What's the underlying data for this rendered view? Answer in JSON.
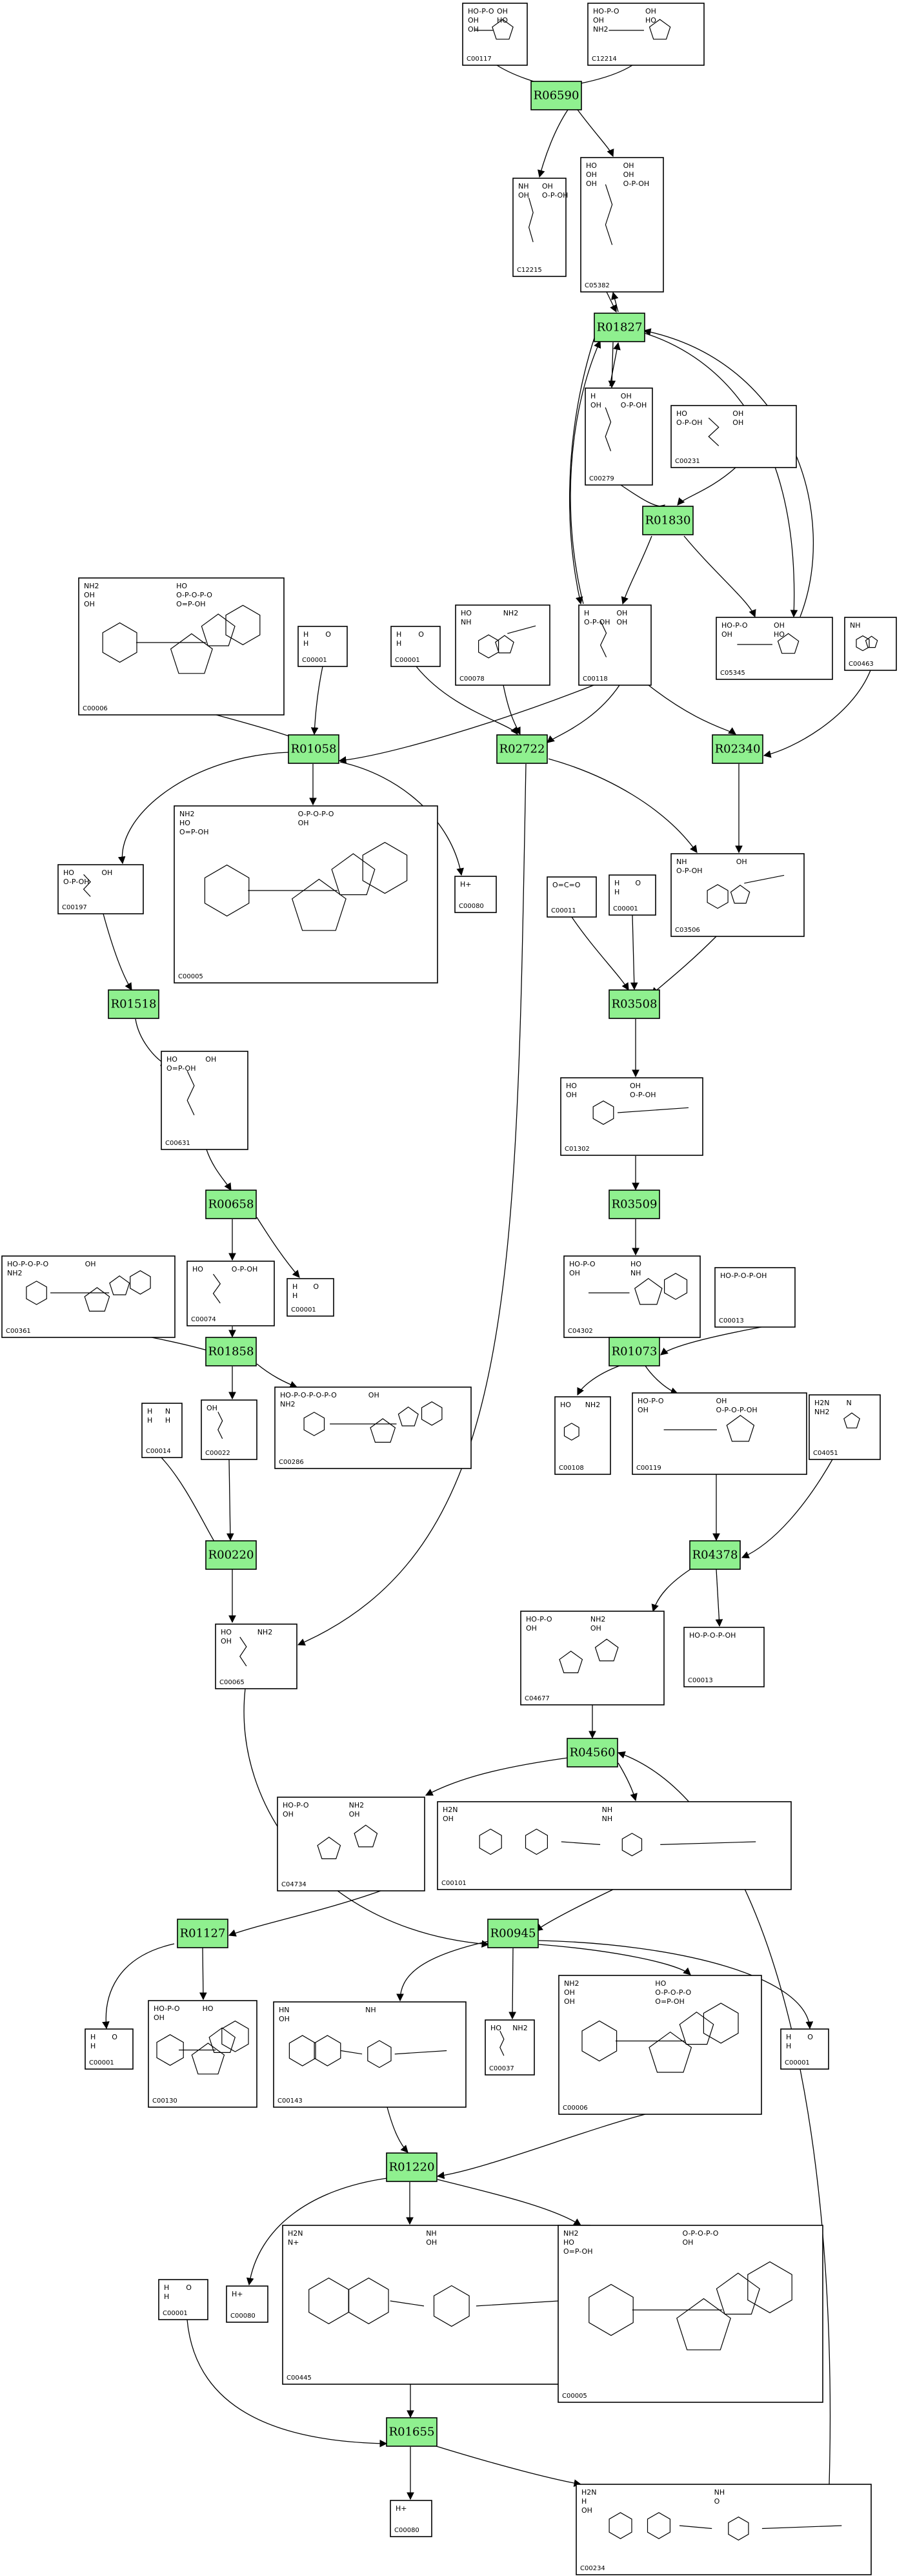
{
  "colors": {
    "reaction_fill": "#8ff08f",
    "stroke": "#000000",
    "background": "#ffffff"
  },
  "compounds": [
    {
      "id": "C00117",
      "atoms": [
        "HO-P-O",
        "OH",
        "OH",
        "HO",
        "OH"
      ],
      "glyph": "sugar-phosphate"
    },
    {
      "id": "C12214",
      "atoms": [
        "HO-P-O",
        "OH",
        "OH",
        "HO",
        "NH2"
      ],
      "glyph": "sugar-phosphate"
    },
    {
      "id": "C12215",
      "atoms": [
        "NH",
        "OH",
        "OH",
        "O-P-OH"
      ],
      "glyph": "chain-phosphate"
    },
    {
      "id": "C05382",
      "atoms": [
        "HO",
        "OH",
        "OH",
        "OH",
        "OH",
        "O-P-OH"
      ],
      "glyph": "chain-phosphate"
    },
    {
      "id": "C00279",
      "atoms": [
        "H",
        "OH",
        "OH",
        "O-P-OH"
      ],
      "glyph": "chain-phosphate"
    },
    {
      "id": "C00231",
      "atoms": [
        "HO",
        "OH",
        "O-P-OH",
        "OH"
      ],
      "glyph": "chain-phosphate"
    },
    {
      "id": "C00006",
      "atoms": [
        "NH2",
        "HO",
        "OH",
        "O-P-O-P-O",
        "OH",
        "O=P-OH"
      ],
      "glyph": "nucleotide"
    },
    {
      "id": "C00001",
      "atoms": [
        "H",
        "O",
        "H"
      ],
      "glyph": "water"
    },
    {
      "id": "C00078",
      "atoms": [
        "HO",
        "NH2",
        "NH"
      ],
      "glyph": "indole-chain"
    },
    {
      "id": "C00118",
      "atoms": [
        "H",
        "OH",
        "O-P-OH",
        "OH"
      ],
      "glyph": "chain-phosphate"
    },
    {
      "id": "C05345",
      "atoms": [
        "HO-P-O",
        "OH",
        "OH",
        "HO"
      ],
      "glyph": "sugar-phosphate"
    },
    {
      "id": "C00463",
      "atoms": [
        "NH"
      ],
      "glyph": "indole"
    },
    {
      "id": "C00197",
      "atoms": [
        "HO",
        "OH",
        "O-P-OH"
      ],
      "glyph": "chain-phosphate"
    },
    {
      "id": "C00005",
      "atoms": [
        "NH2",
        "O-P-O-P-O",
        "HO",
        "OH",
        "O=P-OH"
      ],
      "glyph": "nucleotide"
    },
    {
      "id": "C00080",
      "atoms": [
        "H+"
      ],
      "glyph": "proton"
    },
    {
      "id": "C00011",
      "atoms": [
        "O=C=O"
      ],
      "glyph": "co2"
    },
    {
      "id": "C03506",
      "atoms": [
        "NH",
        "OH",
        "O-P-OH"
      ],
      "glyph": "indole-chain"
    },
    {
      "id": "C00631",
      "atoms": [
        "HO",
        "OH",
        "O=P-OH"
      ],
      "glyph": "chain-phosphate"
    },
    {
      "id": "C01302",
      "atoms": [
        "HO",
        "OH",
        "OH",
        "O-P-OH"
      ],
      "glyph": "aromatic-chain"
    },
    {
      "id": "C00074",
      "atoms": [
        "HO",
        "O-P-OH"
      ],
      "glyph": "chain-phosphate"
    },
    {
      "id": "C04302",
      "atoms": [
        "HO-P-O",
        "HO",
        "OH",
        "NH"
      ],
      "glyph": "sugar-aromatic"
    },
    {
      "id": "C00013",
      "atoms": [
        "HO-P-O-P-OH"
      ],
      "glyph": "diphosphate"
    },
    {
      "id": "C00361",
      "atoms": [
        "HO-P-O-P-O",
        "OH",
        "NH2"
      ],
      "glyph": "nucleotide"
    },
    {
      "id": "C01073_placeholder",
      "atoms": [],
      "glyph": "none"
    },
    {
      "id": "C00108",
      "atoms": [
        "HO",
        "NH2"
      ],
      "glyph": "aromatic"
    },
    {
      "id": "C00119",
      "atoms": [
        "HO-P-O",
        "OH",
        "OH",
        "O-P-O-P-OH"
      ],
      "glyph": "sugar-phosphate"
    },
    {
      "id": "C04051",
      "atoms": [
        "H2N",
        "N",
        "NH2"
      ],
      "glyph": "imidazole"
    },
    {
      "id": "C00014",
      "atoms": [
        "H",
        "N",
        "H",
        "H"
      ],
      "glyph": "ammonia"
    },
    {
      "id": "C00022",
      "atoms": [
        "OH"
      ],
      "glyph": "chain"
    },
    {
      "id": "C00286",
      "atoms": [
        "HO-P-O-P-O-P-O",
        "OH",
        "NH2"
      ],
      "glyph": "nucleotide"
    },
    {
      "id": "C00065",
      "atoms": [
        "HO",
        "NH2",
        "OH"
      ],
      "glyph": "chain"
    },
    {
      "id": "C04677",
      "atoms": [
        "HO-P-O",
        "NH2",
        "OH",
        "OH"
      ],
      "glyph": "sugar-imidazole"
    },
    {
      "id": "C04734",
      "atoms": [
        "HO-P-O",
        "NH2",
        "OH",
        "OH"
      ],
      "glyph": "sugar-imidazole"
    },
    {
      "id": "C00101",
      "atoms": [
        "H2N",
        "NH",
        "OH",
        "NH"
      ],
      "glyph": "folate"
    },
    {
      "id": "C00130",
      "atoms": [
        "HO-P-O",
        "HO",
        "OH"
      ],
      "glyph": "nucleotide"
    },
    {
      "id": "C00143",
      "atoms": [
        "HN",
        "NH",
        "OH"
      ],
      "glyph": "folate"
    },
    {
      "id": "C00037",
      "atoms": [
        "HO",
        "NH2"
      ],
      "glyph": "chain"
    },
    {
      "id": "C00445",
      "atoms": [
        "H2N",
        "NH",
        "N+",
        "OH"
      ],
      "glyph": "folate"
    },
    {
      "id": "C00234",
      "atoms": [
        "H2N",
        "NH",
        "H",
        "O",
        "OH"
      ],
      "glyph": "folate"
    }
  ],
  "reactions": [
    "R06590",
    "R01827",
    "R01830",
    "R01058",
    "R02722",
    "R02340",
    "R01518",
    "R03508",
    "R00658",
    "R03509",
    "R01858",
    "R01073",
    "R00220",
    "R04378",
    "R04560",
    "R01127",
    "R00945",
    "R01220",
    "R01655"
  ]
}
